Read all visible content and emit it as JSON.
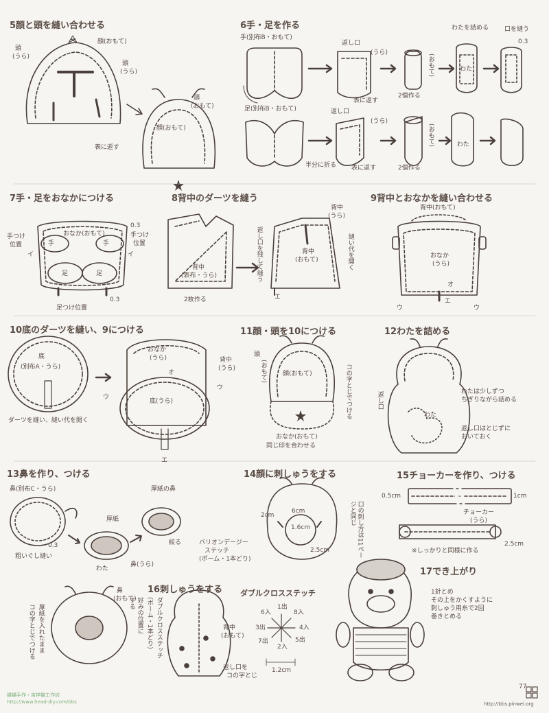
{
  "steps": [
    {
      "title": "5顔と頭を縫い合わせる"
    },
    {
      "title": "6手・足を作る"
    },
    {
      "title": "7手・足をおなかにつける"
    },
    {
      "title": "8背中のダーツを縫う"
    },
    {
      "title": "9背中とおなかを縫い合わせる"
    },
    {
      "title": "10底のダーツを縫い、9につける"
    },
    {
      "title": "11顔・頭を10につける"
    },
    {
      "title": "12わたを詰める"
    },
    {
      "title": "13鼻を作り、つける"
    },
    {
      "title": "14顔に刺しゅうをする"
    },
    {
      "title": "15チョーカーを作り、つける"
    },
    {
      "title": "16刺しゅうをする"
    },
    {
      "title": "17でき上がり"
    }
  ],
  "labels": {
    "s5": {
      "head": "頭",
      "head_side": "(うら)",
      "face": "顔(おもて)",
      "head2": "頭",
      "head2_side": "(うら)",
      "head3": "頭",
      "head3_side": "(おもて)",
      "face_center": "顔(おもて)",
      "turn": "表に返す"
    },
    "s6": {
      "hand": "手(別布B・おもて)",
      "foot": "足(別布B・おもて)",
      "opening1": "返し口",
      "back1": "(うら)",
      "turn1": "表に返す",
      "make2a": "2個作る",
      "omote1": "(おもて)",
      "wata_fill": "わたを詰める",
      "close": "口を縫う",
      "dim03": "0.3",
      "wata1": "わた",
      "opening2": "返し口",
      "back2": "(うら)",
      "half": "半分に折る",
      "turn2": "表に返す",
      "make2b": "2個作る",
      "omote2": "(おもて)",
      "wata2": "わた"
    },
    "s7": {
      "hand_pos_l1": "手つけ",
      "hand_pos_l2": "位置",
      "belly": "おなか(おもて)",
      "hand_l": "手",
      "hand_r": "手",
      "dim03a": "0.3",
      "hand_pos_r1": "手つけ",
      "hand_pos_r2": "位置",
      "i_l": "イ",
      "i_r": "イ",
      "foot_l": "足",
      "foot_r": "足",
      "foot_pos": "足つけ位置",
      "dim03b": "0.3"
    },
    "s8": {
      "back": "背中",
      "back_sub": "(表布・うら)",
      "make2": "2枚作る",
      "back2": "背中",
      "back2_sub": "(うら)",
      "back3": "背中",
      "back3_sub": "(おもて)",
      "e": "エ",
      "leave_open": "返し口を残して縫う",
      "open_seam": "縫い代を開く"
    },
    "s9": {
      "back": "背中(おもて)",
      "belly": "おなか",
      "belly_sub": "(うら)",
      "o": "オ",
      "u_l": "ウ",
      "e": "エ",
      "u_r": "ウ"
    },
    "s10": {
      "bottom": "底",
      "bottom_sub": "(別布A・うら)",
      "dart": "ダーツを縫い、縫い代を開く",
      "belly": "おなか",
      "belly_sub": "(うら)",
      "back": "背中",
      "back_sub": "(うら)",
      "o": "オ",
      "u_l": "ウ",
      "u_r": "ウ",
      "bottom2": "底(うら)",
      "e": "エ"
    },
    "s11": {
      "head": "頭",
      "head_sub": "(おもて)",
      "face": "顔(おもて)",
      "letter_c": "コの字とじでつける",
      "belly": "おなか(おもて)",
      "match": "同じ印を合わせる"
    },
    "s12": {
      "opening": "返し口",
      "little": "わたは少しずつ",
      "little2": "ちぎりながら詰める",
      "wata": "わた",
      "leave": "返し口はとじずに",
      "leave2": "おいておく"
    },
    "s13": {
      "nose": "鼻(別布C・うら)",
      "dim03": "0.3",
      "rough": "粗いぐし縫い",
      "card": "厚紙",
      "card_nose": "厚紙の鼻",
      "wata": "わた",
      "nose2": "鼻(うら)",
      "tighten": "絞る"
    },
    "s14": {
      "cm2": "2cm",
      "cm6": "6cm",
      "cm16": "1.6cm",
      "cm25": "2.5cm",
      "stitch1": "バリオンデージー",
      "stitch2": "ステッチ",
      "stitch3": "(ポーム・1本どり)",
      "mouth": "口の刺し方は11ページと同じ"
    },
    "s15": {
      "cm05": "0.5cm",
      "cm1": "1cm",
      "choker": "チョーカー",
      "choker_sub": "(うら)",
      "cm25": "2.5cm",
      "tie": "※しっかりと同様に作る"
    },
    "s16": {
      "nose": "鼻",
      "nose_sub": "(おもて)",
      "card": "厚紙を入れたまま",
      "card2": "コの字とじでつける",
      "double": "ダブルクロスステッチ",
      "double2": "(ポーム・1本どり)",
      "pos": "好みの位置に",
      "pos2": "する",
      "back": "背中",
      "back_sub": "(おもて)",
      "opening": "返し口を",
      "opening2": "コの字とじ",
      "dcs_title": "ダブルクロスステッチ",
      "n1": "1出",
      "n2": "2入",
      "n3": "3出",
      "n4": "4入",
      "n5": "5出",
      "n6": "6入",
      "n7": "7出",
      "n8": "8入",
      "size": "1.2cm"
    },
    "s17": {
      "note1": "1針とめ",
      "note2": "その上をかくすように",
      "note3": "刺しゅう用糸で2回",
      "note4": "巻きとめる"
    }
  },
  "footer": {
    "page_number": "77",
    "site_left": "猫猫手作・吉祥猫工作坊",
    "site_left2": "http://www.head-diy.com/bbs",
    "site_right": "http://bbs.pinwei.org"
  },
  "colors": {
    "ink": "#4a3f3a",
    "paper": "#f6f5f2",
    "footer_green": "#7fb07a"
  }
}
